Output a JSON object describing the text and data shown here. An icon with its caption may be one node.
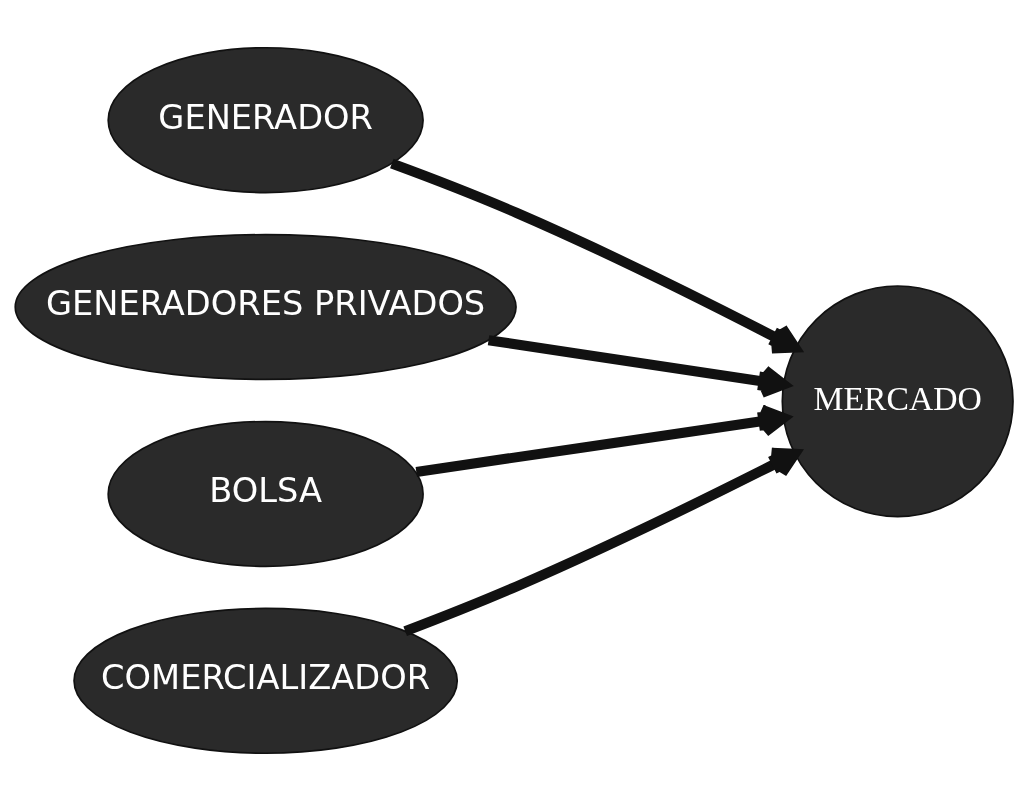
{
  "diagram": {
    "nodes": [
      {
        "text": [
          "GENERADOR"
        ]
      },
      {
        "text": [
          "GENERADORES PRIVADOS"
        ]
      },
      {
        "text": [
          "BOLSA"
        ]
      },
      {
        "text": [
          "COMERCIALIZADOR"
        ]
      },
      {
        "text": [
          "MERCADO"
        ]
      }
    ],
    "edges": [
      {
        "from": 0,
        "to": 4,
        "arrow": "to"
      },
      {
        "from": 1,
        "to": 4,
        "arrow": "to"
      },
      {
        "from": 2,
        "to": 4,
        "arrow": "to"
      },
      {
        "from": 3,
        "to": 4,
        "arrow": "to"
      }
    ]
  }
}
